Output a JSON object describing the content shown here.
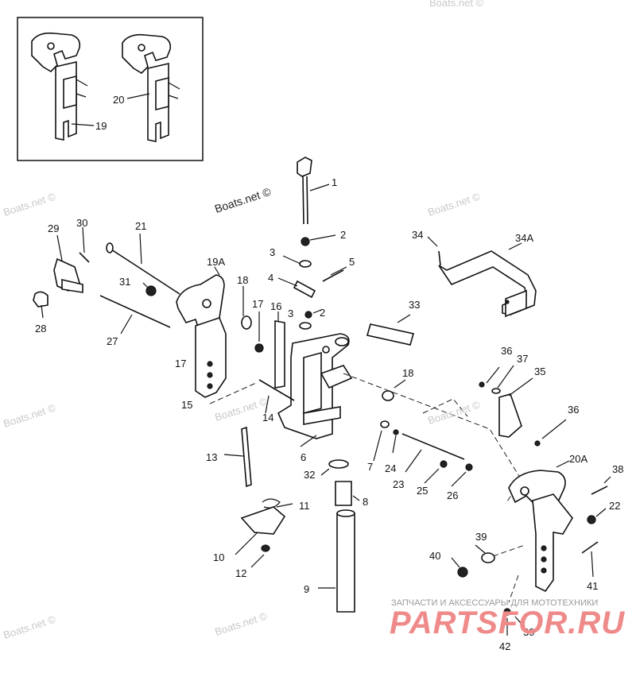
{
  "diagram": {
    "inset_labels": [
      "19",
      "20"
    ],
    "part_labels": [
      "1",
      "2",
      "3",
      "4",
      "5",
      "3",
      "2",
      "6",
      "7",
      "8",
      "9",
      "10",
      "11",
      "12",
      "13",
      "14",
      "15",
      "16",
      "17",
      "17",
      "18",
      "18",
      "19A",
      "20A",
      "21",
      "22",
      "23",
      "24",
      "25",
      "26",
      "27",
      "28",
      "29",
      "30",
      "31",
      "32",
      "33",
      "34",
      "34A",
      "35",
      "36",
      "36",
      "37",
      "38",
      "39",
      "39",
      "40",
      "41",
      "42"
    ],
    "watermarks": {
      "boats": "Boats.net ©",
      "boats_center": "Boats.net ©",
      "parts_tagline": "ЗАПЧАСТИ И АКСЕССУАРЫ ДЛЯ МОТОТЕХНИКИ",
      "parts_brand": "PARTSFOR.RU"
    }
  }
}
